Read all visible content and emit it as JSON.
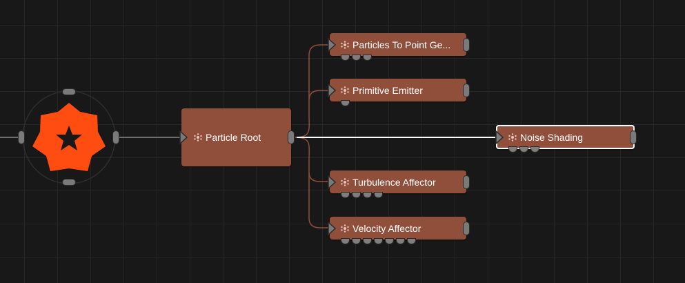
{
  "graph": {
    "root": {
      "label": "Particle Root",
      "icon": "particle-icon"
    },
    "children": [
      {
        "label": "Particles To Point Ge...",
        "icon": "particle-icon",
        "sub_ports": 3
      },
      {
        "label": "Primitive Emitter",
        "icon": "particle-icon",
        "sub_ports": 1
      },
      {
        "label": "Noise Shading",
        "icon": "particle-icon",
        "sub_ports": 3,
        "selected": true
      },
      {
        "label": "Turbulence Affector",
        "icon": "particle-icon",
        "sub_ports": 4
      },
      {
        "label": "Velocity Affector",
        "icon": "particle-icon",
        "sub_ports": 7
      }
    ],
    "emitter": {
      "icon": "emitter-gear-icon"
    }
  },
  "colors": {
    "node_fill": "#8f4f3b",
    "wire": "#8f4f3b",
    "wire_selected": "#ffffff",
    "emitter_accent": "#ff4d12",
    "background": "#181818"
  }
}
